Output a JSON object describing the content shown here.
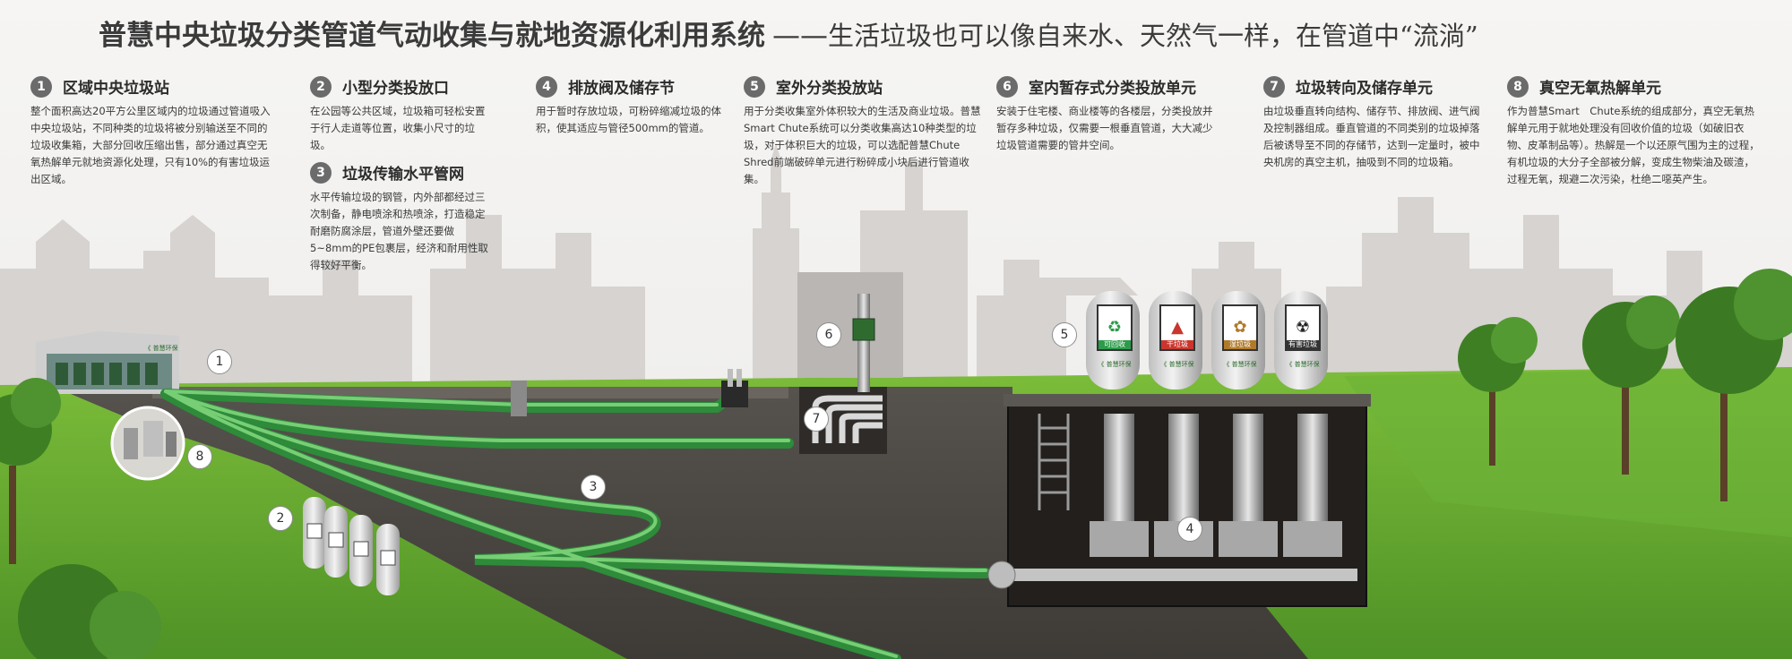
{
  "header": {
    "title": "普慧中央垃圾分类管道气动收集与就地资源化利用系统",
    "dash": "——",
    "subtitle": "生活垃圾也可以像自来水、天然气一样，在管道中“流淌”"
  },
  "sections": [
    {
      "num": "1",
      "label": "区域中央垃圾站",
      "body": "整个面积高达20平方公里区域内的垃圾通过管道吸入中央垃圾站，不同种类的垃圾将被分别输送至不同的垃圾收集箱，大部分回收压缩出售，部分通过真空无氧热解单元就地资源化处理，只有10%的有害垃圾运出区域。"
    },
    {
      "num": "2",
      "label": "小型分类投放口",
      "body": "在公园等公共区域，垃圾箱可轻松安置于行人走道等位置，收集小尺寸的垃圾。"
    },
    {
      "num": "3",
      "label": "垃圾传输水平管网",
      "body": "水平传输垃圾的钢管，内外部都经过三次制备，静电喷涂和热喷涂，打造稳定耐磨防腐涂层，管道外壁还要做5~8mm的PE包裹层，经济和耐用性取得较好平衡。"
    },
    {
      "num": "4",
      "label": "排放阀及储存节",
      "body": "用于暂时存放垃圾，可粉碎缩减垃圾的体积，使其适应与管径500mm的管道。"
    },
    {
      "num": "5",
      "label": "室外分类投放站",
      "body": "用于分类收集室外体积较大的生活及商业垃圾。普慧Smart Chute系统可以分类收集高达10种类型的垃圾，对于体积巨大的垃圾，可以选配普慧Chute Shred前端破碎单元进行粉碎成小块后进行管道收集。"
    },
    {
      "num": "6",
      "label": "室内暂存式分类投放单元",
      "body": "安装于住宅楼、商业楼等的各楼层，分类投放并暂存多种垃圾，仅需要一根垂直管道，大大减少垃圾管道需要的管井空间。"
    },
    {
      "num": "7",
      "label": "垃圾转向及储存单元",
      "body": "由垃圾垂直转向结构、储存节、排放阀、进气阀及控制器组成。垂直管道的不同类别的垃圾掉落后被诱导至不同的存储节，达到一定量时，被中央机房的真空主机，抽吸到不同的垃圾箱。"
    },
    {
      "num": "8",
      "label": "真空无氧热解单元",
      "body": "作为普慧Smart　Chute系统的组成部分，真空无氧热解单元用于就地处理没有回收价值的垃圾（如破旧衣物、皮革制品等）。热解是一个以还原气围为主的过程，有机垃圾的大分子全部被分解，变成生物柴油及碳渣，过程无氧，规避二次污染，杜绝二噁英产生。"
    }
  ],
  "callouts": [
    "1",
    "2",
    "3",
    "4",
    "5",
    "6",
    "7",
    "8"
  ],
  "bins": [
    {
      "label": "可回收",
      "color": "#2c9b4a"
    },
    {
      "label": "干垃圾",
      "color": "#c9362d"
    },
    {
      "label": "湿垃圾",
      "color": "#b07a2a"
    },
    {
      "label": "有害垃圾",
      "color": "#333333"
    }
  ],
  "bin_brand": "《 普慧环保"
}
